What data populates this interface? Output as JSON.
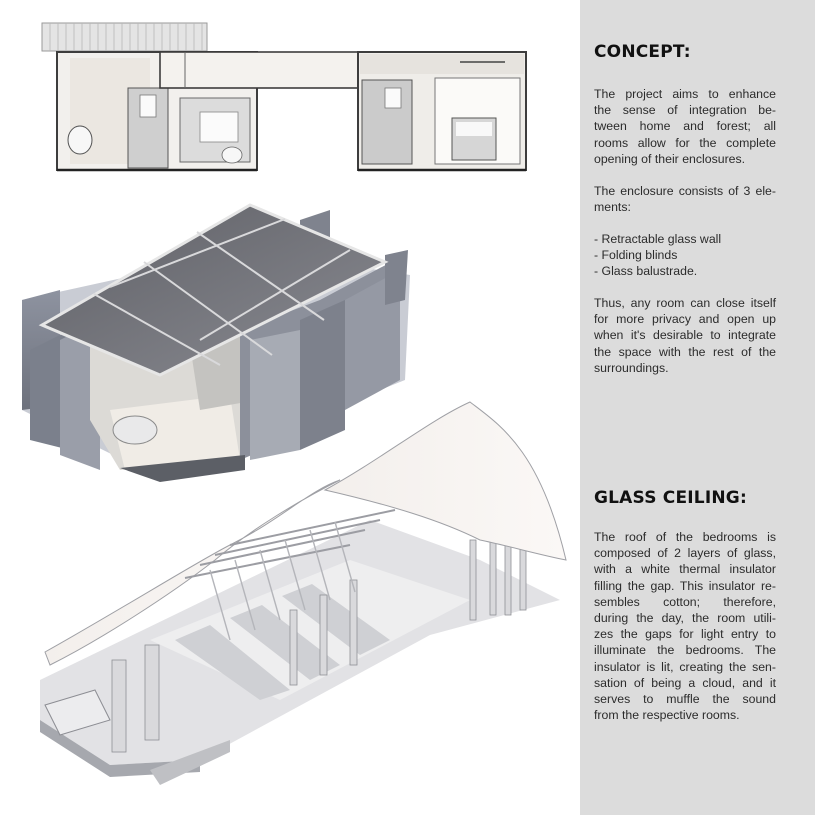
{
  "concept": {
    "heading": "CONCEPT:",
    "para1": [
      "The project aims to enhance",
      "the sense of integration be-",
      "tween home and forest; all",
      "rooms allow for the complete",
      "opening of their enclosures."
    ],
    "para2": [
      "The enclosure consists of 3 ele-",
      "ments:"
    ],
    "list": [
      "- Retractable glass wall",
      "- Folding blinds",
      "- Glass balustrade."
    ],
    "para3": [
      "Thus, any room can close itself",
      "for more privacy and open up",
      "when it's desirable to integrate",
      "the space with the rest of the",
      "surroundings."
    ]
  },
  "glass_ceiling": {
    "heading": "GLASS CEILING:",
    "para": [
      "The roof of the bedrooms is",
      "composed of 2 layers of glass,",
      "with a white thermal insulator",
      "filling the gap. This insulator re-",
      "sembles cotton; therefore,",
      "during the day, the room utili-",
      "zes the gaps for light entry to",
      "illuminate the bedrooms. The",
      "insulator is lit, creating the sen-",
      "sation of being a cloud, and it",
      "serves to muffle the sound",
      "from the respective rooms."
    ]
  },
  "colors": {
    "panel": "#dcdcdc",
    "heading": "#111111",
    "text": "#2b2b2b"
  },
  "illustrations": [
    "floor-plan",
    "isometric-enclosure-model",
    "isometric-glass-ceiling-section"
  ]
}
